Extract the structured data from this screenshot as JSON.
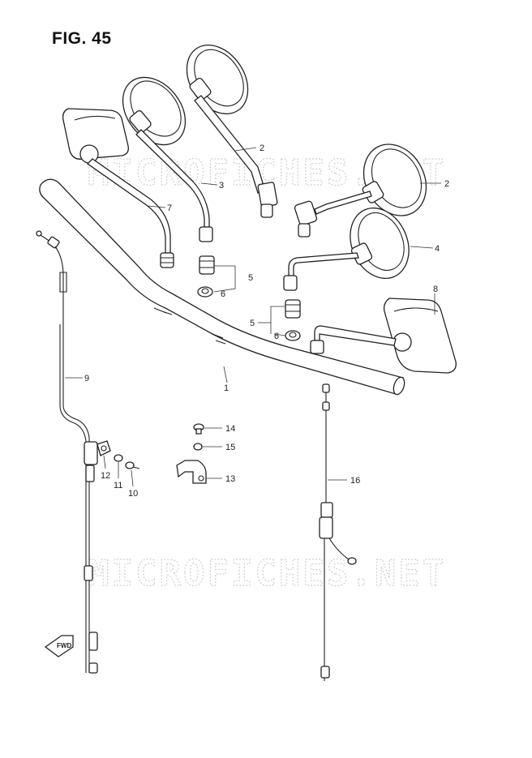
{
  "figure": {
    "title": "FIG. 45"
  },
  "watermark": {
    "text": "MICROFICHES.NET"
  },
  "fwd_label": "FWD",
  "callouts": [
    {
      "id": "c1",
      "label": "1"
    },
    {
      "id": "c2a",
      "label": "2"
    },
    {
      "id": "c2b",
      "label": "2"
    },
    {
      "id": "c3",
      "label": "3"
    },
    {
      "id": "c4",
      "label": "4"
    },
    {
      "id": "c5a",
      "label": "5"
    },
    {
      "id": "c5b",
      "label": "5"
    },
    {
      "id": "c6a",
      "label": "6"
    },
    {
      "id": "c6b",
      "label": "6"
    },
    {
      "id": "c7",
      "label": "7"
    },
    {
      "id": "c8",
      "label": "8"
    },
    {
      "id": "c9",
      "label": "9"
    },
    {
      "id": "c10",
      "label": "10"
    },
    {
      "id": "c11",
      "label": "11"
    },
    {
      "id": "c12",
      "label": "12"
    },
    {
      "id": "c13",
      "label": "13"
    },
    {
      "id": "c14",
      "label": "14"
    },
    {
      "id": "c15",
      "label": "15"
    },
    {
      "id": "c16",
      "label": "16"
    }
  ]
}
